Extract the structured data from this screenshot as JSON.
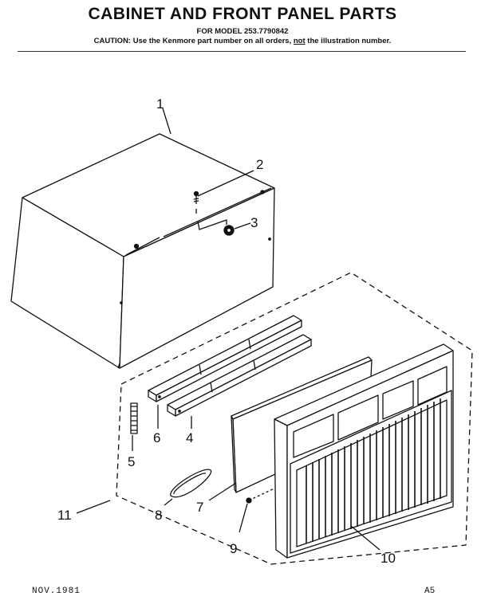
{
  "header": {
    "title": "CABINET AND FRONT PANEL PARTS",
    "subtitle": "FOR MODEL 253.7790842",
    "caution_prefix": "CAUTION: Use the Kenmore part number on all orders, ",
    "caution_not": "not",
    "caution_suffix": " the illustration number."
  },
  "callouts": {
    "c1": "1",
    "c2": "2",
    "c3": "3",
    "c4": "4",
    "c5": "5",
    "c6": "6",
    "c7": "7",
    "c8": "8",
    "c9": "9",
    "c10": "10",
    "c11": "11"
  },
  "footer": {
    "date": "NOV.1981",
    "page": "A5"
  },
  "colors": {
    "ink": "#111111",
    "paper": "#ffffff"
  }
}
